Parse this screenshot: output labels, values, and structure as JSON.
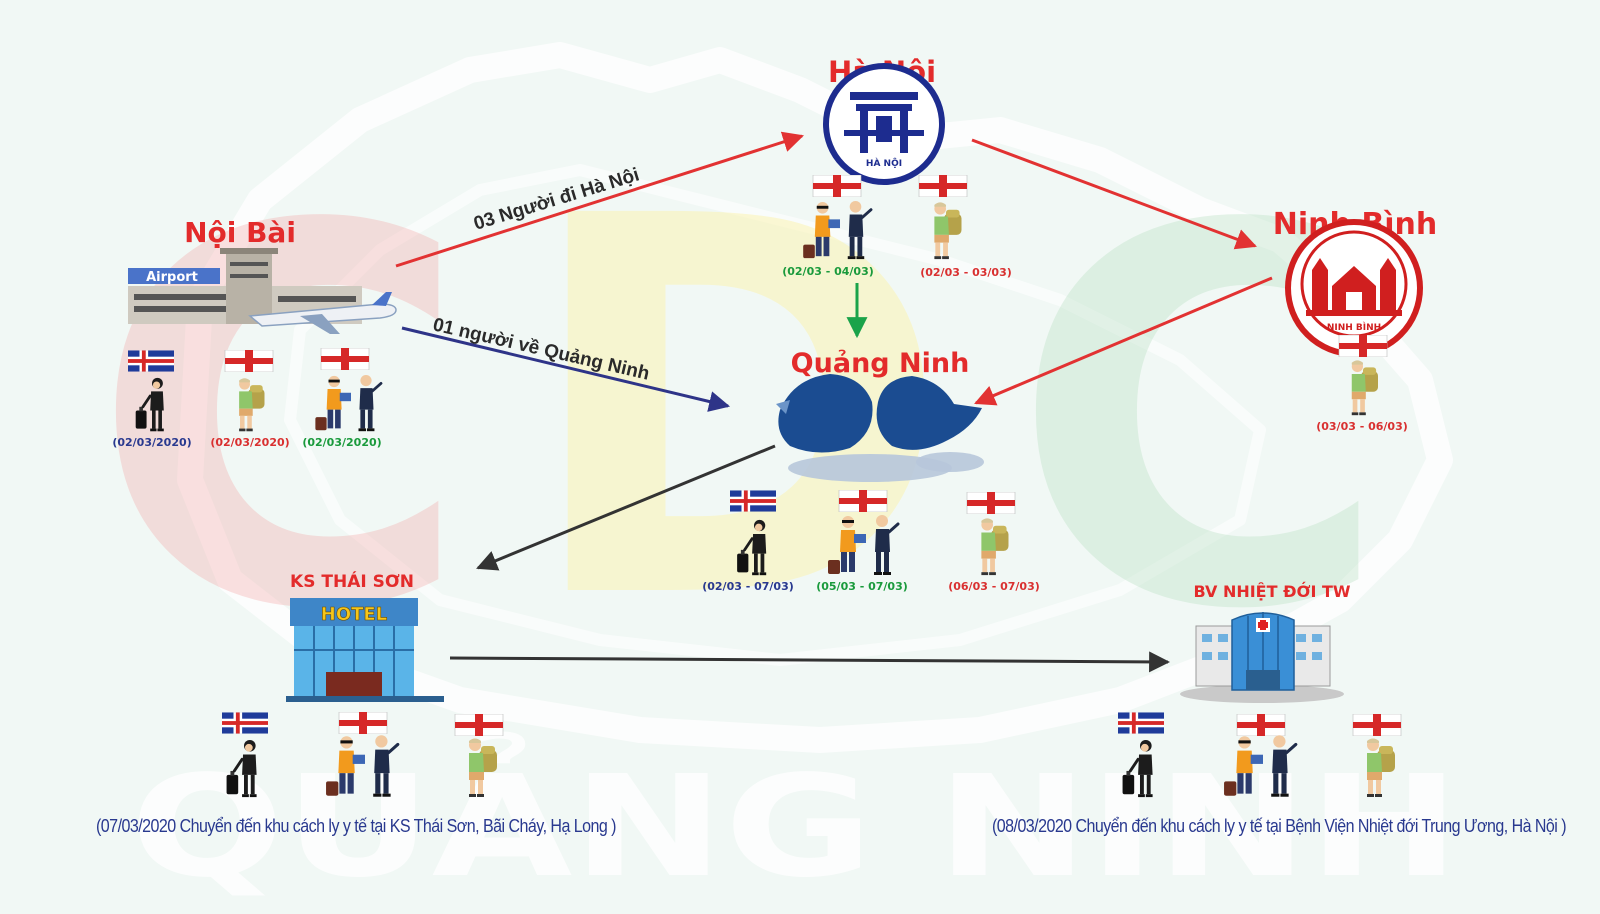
{
  "locations": {
    "hanoi": "Hà Nội",
    "noibai": "Nội Bài",
    "ninhbinh": "Ninh Bình",
    "quangninh": "Quảng Ninh",
    "hotel": "KS THÁI SƠN",
    "hospital": "BV NHIỆT ĐỚI TW"
  },
  "signs": {
    "airport": "Airport",
    "hotel": "HOTEL",
    "hanoi_emblem": "HÀ NỘI",
    "ninhbinh_emblem": "NINH BÌNH"
  },
  "watermark": {
    "letters": [
      "C",
      "D",
      "C"
    ],
    "bottom": "QUẢNG NINH"
  },
  "routes": {
    "to_hanoi": "03 Người đi Hà Nội",
    "to_quangninh": "01 người về Quảng Ninh"
  },
  "dates": {
    "noibai": [
      "(02/03/2020)",
      "(02/03/2020)",
      "(02/03/2020)"
    ],
    "hanoi": [
      "(02/03 - 04/03)",
      "(02/03 - 03/03)"
    ],
    "ninhbinh": [
      "(03/03 - 06/03)"
    ],
    "quangninh": [
      "(02/03 - 07/03)",
      "(05/03 - 07/03)",
      "(06/03 - 07/03)"
    ]
  },
  "captions": {
    "hotel": "(07/03/2020 Chuyển đến khu cách ly y tế tại KS Thái Sơn, Bãi Cháy, Hạ Long )",
    "hospital": "(08/03/2020 Chuyển đến khu cách ly y tế tại Bệnh Viện Nhiệt đới Trung Ương, Hà Nội )"
  },
  "colors": {
    "title_red": "#e32b2b",
    "arrow_red": "#e23232",
    "arrow_blue": "#2e3488",
    "arrow_green": "#1aa34a",
    "arrow_dark": "#333333",
    "date_blue": "#29398f",
    "date_red": "#d93030",
    "date_green": "#1a9a3c",
    "emblem_blue": "#1d2c8f",
    "emblem_red": "#d01f1f",
    "island_blue": "#1b4c91"
  }
}
